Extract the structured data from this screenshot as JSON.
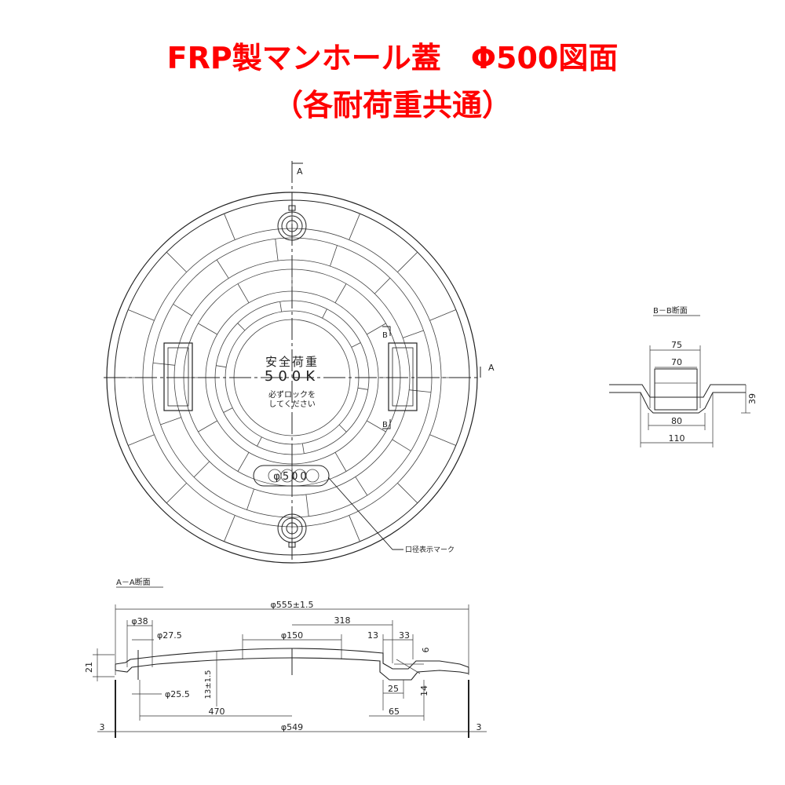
{
  "title": {
    "line1": "FRP製マンホール蓋　Φ500図面",
    "line2": "（各耐荷重共通）"
  },
  "plan_view": {
    "section_marker_a_top": "A",
    "section_marker_a_right": "A",
    "section_marker_b_top": "B",
    "section_marker_b_bottom": "B",
    "load_label_line1": "安全荷重",
    "load_label_line2": "500K",
    "lock_label_line1": "必ずロックを",
    "lock_label_line2": "してください",
    "diameter_mark": "φ500",
    "callout_label": "口径表示マーク"
  },
  "section_b": {
    "title": "B－B断面",
    "dims": {
      "d75": "75",
      "d70": "70",
      "d80": "80",
      "d110": "110",
      "d39": "39"
    }
  },
  "section_a": {
    "title": "A－A断面",
    "dims": {
      "overall": "φ555±1.5",
      "d38": "φ38",
      "d27_5": "φ27.5",
      "d318": "318",
      "d150": "φ150",
      "d13": "13",
      "d33": "33",
      "d6": "6",
      "d21": "21",
      "d13_15": "13±1.5",
      "d25_5": "φ25.5",
      "d25": "25",
      "d14": "14",
      "d470": "470",
      "d65": "65",
      "d549": "φ549",
      "d3_left": "3",
      "d3_right": "3"
    }
  }
}
